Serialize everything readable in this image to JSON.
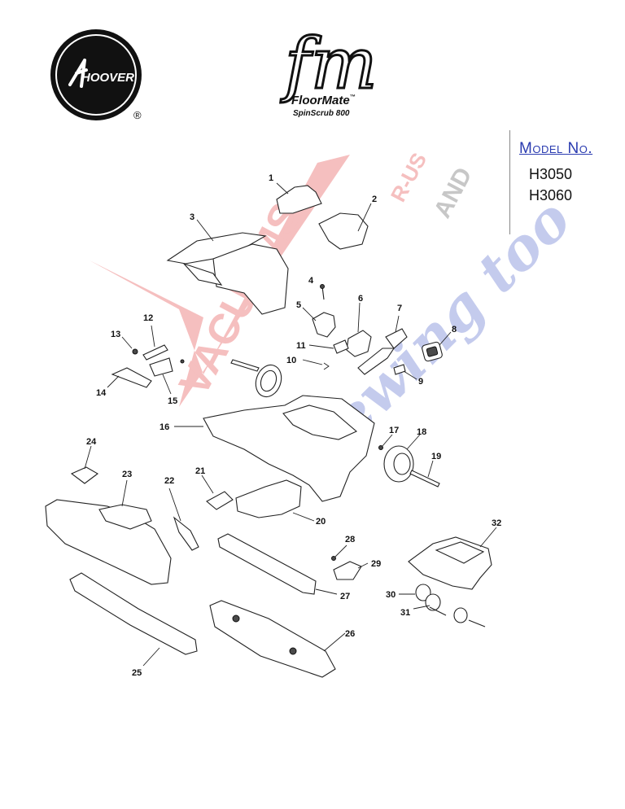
{
  "brand": {
    "logo_text": "HOOVER",
    "registered_mark": "®",
    "product_monogram": "fm",
    "product_name": "FloorMate",
    "product_tm": "™",
    "product_model_line": "SpinScrub 800"
  },
  "watermark": {
    "line1": "VACUUMS",
    "line2": "R-US",
    "line3": "AND",
    "line4": "Sewing too",
    "color_red": "#e23a3a",
    "color_blue": "#4a5fc8"
  },
  "model": {
    "title": "Model No.",
    "numbers": [
      "H3050",
      "H3060"
    ]
  },
  "diagram": {
    "labels": [
      "1",
      "2",
      "3",
      "4",
      "5",
      "6",
      "7",
      "8",
      "9",
      "10",
      "11",
      "12",
      "13",
      "14",
      "15",
      "16",
      "17",
      "18",
      "19",
      "20",
      "21",
      "22",
      "23",
      "24",
      "25",
      "26",
      "27",
      "28",
      "29",
      "30",
      "31",
      "32"
    ]
  },
  "colors": {
    "model_title": "#2a3bb0",
    "line": "#222222"
  }
}
